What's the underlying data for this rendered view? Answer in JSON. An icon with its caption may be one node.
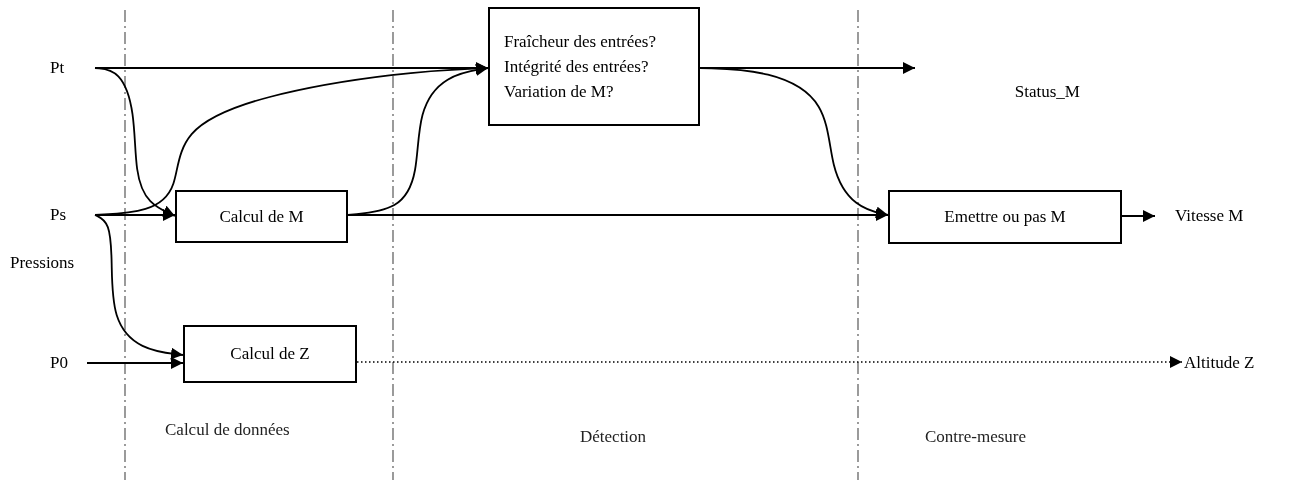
{
  "diagram": {
    "nodes": [
      {
        "text": [
          "Pt"
        ]
      },
      {
        "text": [
          "Ps"
        ]
      },
      {
        "text": [
          "P0"
        ]
      },
      {
        "text": [
          "Fraîcheur des entrées?",
          "Intégrité des entrées?",
          "Variation de M?"
        ]
      },
      {
        "text": [
          "Calcul de M"
        ]
      },
      {
        "text": [
          "Calcul de Z"
        ]
      },
      {
        "text": [
          "Emettre ou pas M"
        ]
      },
      {
        "text": [
          "Status_M"
        ]
      },
      {
        "text": [
          "Vitesse M"
        ]
      },
      {
        "text": [
          "Altitude Z"
        ]
      }
    ],
    "edges": [
      {
        "from": 0,
        "to": 3,
        "arrow": "to"
      },
      {
        "from": 0,
        "to": 4,
        "arrow": "to"
      },
      {
        "from": 1,
        "to": 3,
        "arrow": "to"
      },
      {
        "from": 1,
        "to": 4,
        "arrow": "to"
      },
      {
        "from": 1,
        "to": 5,
        "arrow": "to"
      },
      {
        "from": 2,
        "to": 5,
        "arrow": "to"
      },
      {
        "from": 4,
        "to": 3,
        "arrow": "to"
      },
      {
        "from": 4,
        "to": 6,
        "arrow": "to"
      },
      {
        "from": 3,
        "to": 7,
        "arrow": "to"
      },
      {
        "from": 3,
        "to": 6,
        "arrow": "to"
      },
      {
        "from": 6,
        "to": 8,
        "arrow": "to"
      },
      {
        "from": 5,
        "to": 9,
        "arrow": "to",
        "style": "dashed"
      }
    ],
    "labels": [
      "Pressions",
      "Calcul de données",
      "Détection",
      "Contre-mesure"
    ]
  }
}
